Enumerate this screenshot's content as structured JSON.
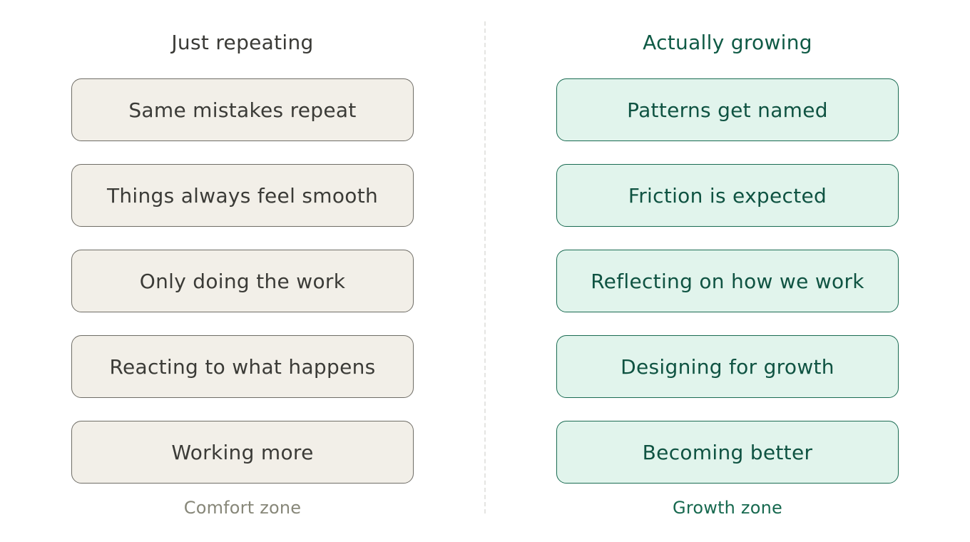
{
  "left": {
    "heading": "Just repeating",
    "items": [
      "Same mistakes repeat",
      "Things always feel smooth",
      "Only doing the work",
      "Reacting to what happens",
      "Working more"
    ],
    "footer": "Comfort zone"
  },
  "right": {
    "heading": "Actually growing",
    "items": [
      "Patterns get named",
      "Friction is expected",
      "Reflecting on how we work",
      "Designing for growth",
      "Becoming better"
    ],
    "footer": "Growth zone"
  },
  "colors": {
    "left_fill": "#f2efe8",
    "left_border": "#6f6d66",
    "right_fill": "#e1f4ec",
    "right_border": "#1a6b52",
    "right_text": "#0f5342"
  }
}
